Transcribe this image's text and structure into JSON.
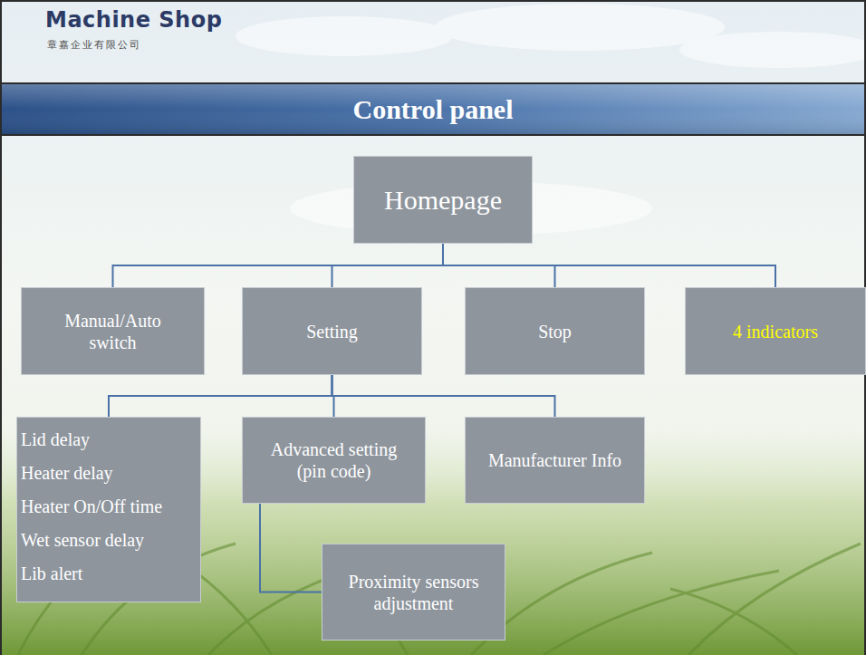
{
  "diagram": {
    "title": "Control panel",
    "nodes": [
      {
        "text": [
          "Homepage"
        ]
      },
      {
        "text": [
          "Manual/Auto switch"
        ]
      },
      {
        "text": [
          "Setting"
        ]
      },
      {
        "text": [
          "Stop"
        ]
      },
      {
        "text": [
          "4 indicators"
        ]
      },
      {
        "text": [
          "Lid delay",
          "Heater delay",
          "Heater On/Off time",
          "Wet sensor delay",
          "Lib alert"
        ]
      },
      {
        "text": [
          "Advanced setting (pin code)"
        ]
      },
      {
        "text": [
          "Manufacturer Info"
        ]
      },
      {
        "text": [
          "Proximity sensors adjustment"
        ]
      }
    ],
    "edges": [
      {
        "from": 0,
        "to": 1,
        "arrow": "none"
      },
      {
        "from": 0,
        "to": 2,
        "arrow": "none"
      },
      {
        "from": 0,
        "to": 3,
        "arrow": "none"
      },
      {
        "from": 0,
        "to": 4,
        "arrow": "none"
      },
      {
        "from": 2,
        "to": 5,
        "arrow": "none"
      },
      {
        "from": 2,
        "to": 6,
        "arrow": "none"
      },
      {
        "from": 2,
        "to": 7,
        "arrow": "none"
      },
      {
        "from": 6,
        "to": 8,
        "arrow": "none"
      }
    ],
    "labels": [
      "Machine Shop",
      "章嘉企业有限公司"
    ]
  }
}
